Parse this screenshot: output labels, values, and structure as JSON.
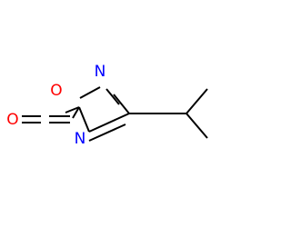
{
  "molecule": {
    "atoms": {
      "ring_oxygen": "O",
      "ring_nitrogen": "N",
      "isocyanate_nitrogen": "N",
      "isocyanate_oxygen": "O"
    },
    "colors": {
      "bond": "#000000",
      "oxygen": "#ff0000",
      "nitrogen": "#0000ff",
      "background": "#ffffff"
    }
  }
}
